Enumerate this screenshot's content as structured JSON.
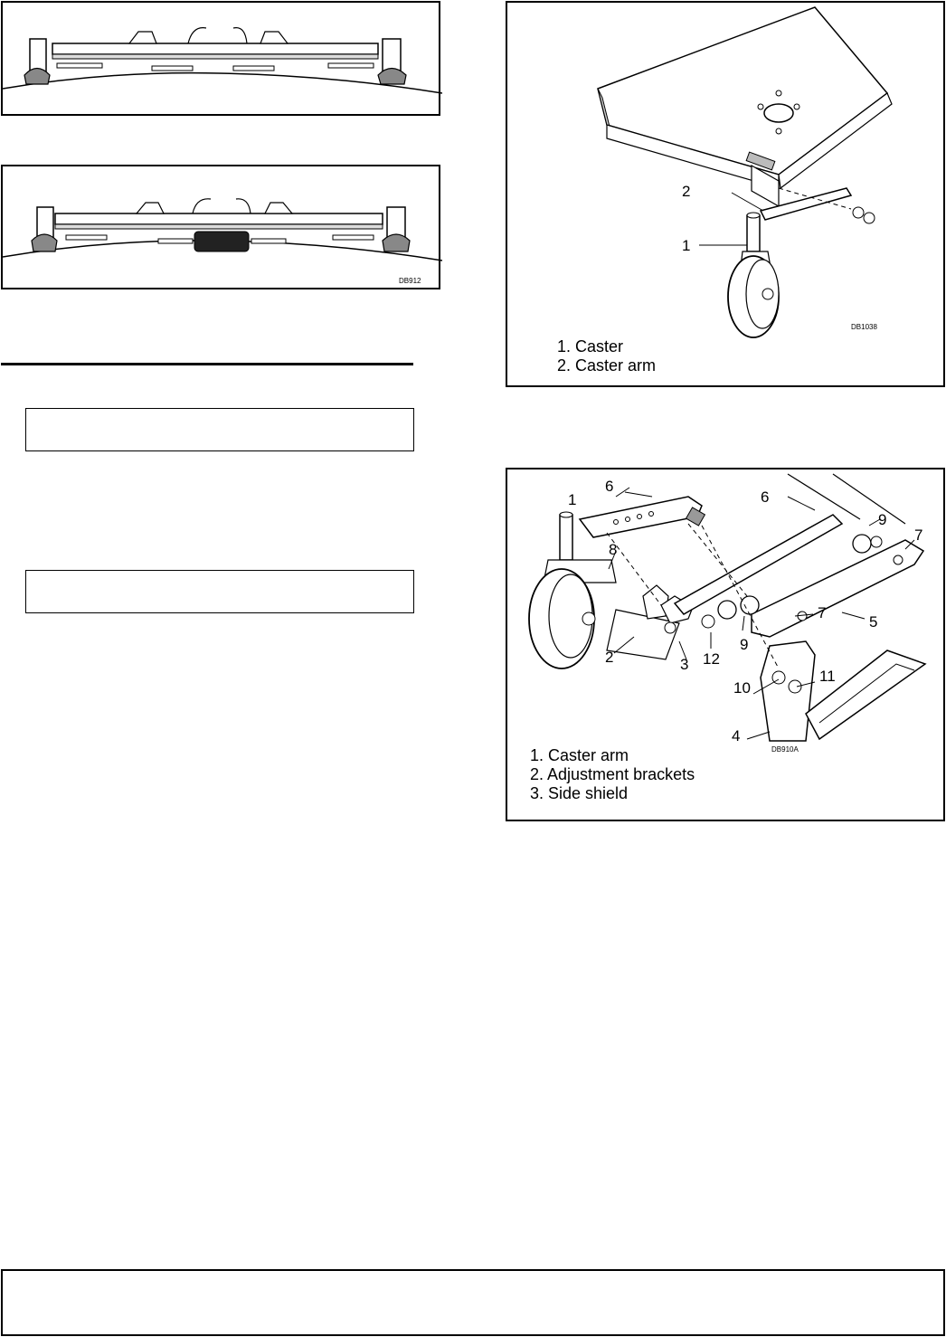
{
  "figure_top_left": {
    "code": ""
  },
  "figure_mid_left": {
    "code": "DB912"
  },
  "figure_caster": {
    "code": "DB1038",
    "callouts": [
      "2",
      "1"
    ],
    "legend": [
      "1. Caster",
      "2. Caster arm"
    ]
  },
  "figure_shield": {
    "code": "DB910A",
    "callouts": [
      "6",
      "6",
      "1",
      "9",
      "7",
      "8",
      "7",
      "5",
      "9",
      "2",
      "3",
      "12",
      "11",
      "10",
      "4"
    ],
    "legend": [
      "1. Caster arm",
      "2. Adjustment brackets",
      "3. Side shield"
    ]
  }
}
